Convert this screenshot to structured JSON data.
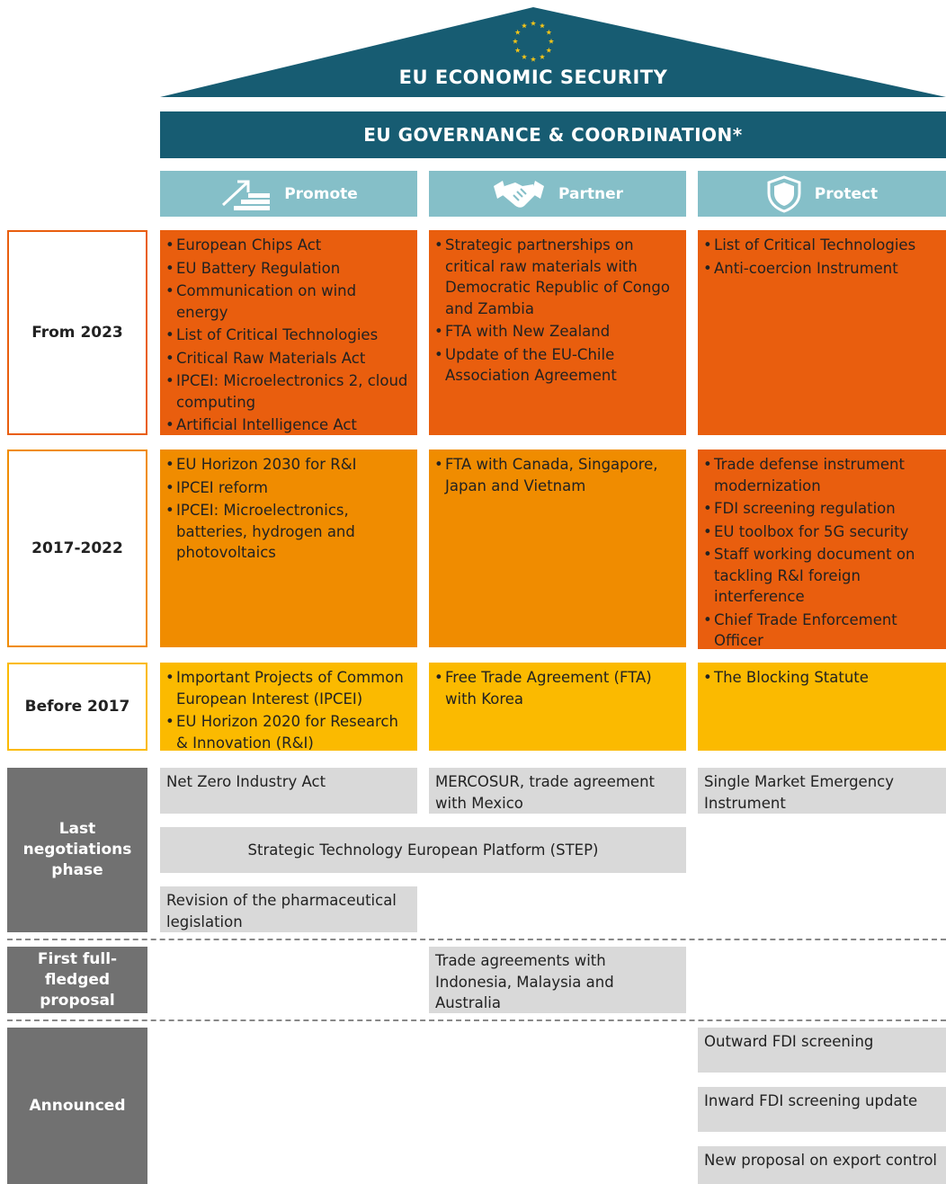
{
  "header": {
    "title": "EU ECONOMIC SECURITY",
    "governance": "EU GOVERNANCE & COORDINATION*"
  },
  "pillars": [
    {
      "label": "Promote",
      "icon": "stairs-arrow-icon"
    },
    {
      "label": "Partner",
      "icon": "handshake-icon"
    },
    {
      "label": "Protect",
      "icon": "shield-icon"
    }
  ],
  "rows": [
    {
      "label": "From 2023",
      "color": "#e95e0e",
      "promote": [
        "European Chips Act",
        "EU Battery Regulation",
        "Communication on wind energy",
        "List of Critical Technologies",
        "Critical Raw Materials Act",
        "IPCEI: Microelectronics 2, cloud computing",
        "Artificial Intelligence Act"
      ],
      "partner": [
        "Strategic partnerships on critical raw materials with Democratic Republic of Congo and Zambia",
        "FTA with New Zealand",
        "Update of the EU-Chile Association Agreement"
      ],
      "protect": [
        "List of Critical Technologies",
        "Anti-coercion Instrument"
      ]
    },
    {
      "label": "2017-2022",
      "color": "#f08c00",
      "promote": [
        "EU Horizon 2030 for R&I",
        "IPCEI reform",
        "IPCEI: Microelectronics, batteries, hydrogen and photovoltaics"
      ],
      "partner": [
        "FTA with Canada, Singapore, Japan and Vietnam"
      ],
      "protect": [
        "Trade defense instrument modernization",
        "FDI screening regulation",
        "EU toolbox for 5G security",
        "Staff working document on tackling R&I foreign interference",
        "Chief Trade Enforcement Officer"
      ]
    },
    {
      "label": "Before 2017",
      "color": "#fbba00",
      "promote": [
        "Important Projects of Common European Interest (IPCEI)",
        "EU Horizon 2020 for Research & Innovation (R&I)"
      ],
      "partner": [
        "Free Trade Agreement (FTA) with Korea"
      ],
      "protect": [
        "The Blocking Statute"
      ]
    }
  ],
  "phases": {
    "last_negotiations": {
      "label": "Last negotiations phase",
      "promote": "Net Zero Industry Act",
      "partner": "MERCOSUR, trade agreement with Mexico",
      "protect": "Single Market Emergency Instrument",
      "step": "Strategic Technology European Platform (STEP)",
      "pharma": "Revision of the pharmaceutical legislation"
    },
    "first_proposal": {
      "label": "First full-fledged proposal",
      "partner": "Trade agreements with Indonesia, Malaysia and Australia"
    },
    "announced": {
      "label": "Announced",
      "protect": [
        "Outward FDI screening",
        "Inward FDI screening update",
        "New proposal on export control"
      ]
    }
  },
  "colors": {
    "dark_teal": "#175c72",
    "light_teal": "#85bfc8",
    "orange_dark": "#e95e0e",
    "orange_mid": "#f08c00",
    "yellow": "#fbba00",
    "grey_label": "#717171",
    "grey_cell": "#d9d9d9",
    "eu_star": "#f5c518"
  }
}
